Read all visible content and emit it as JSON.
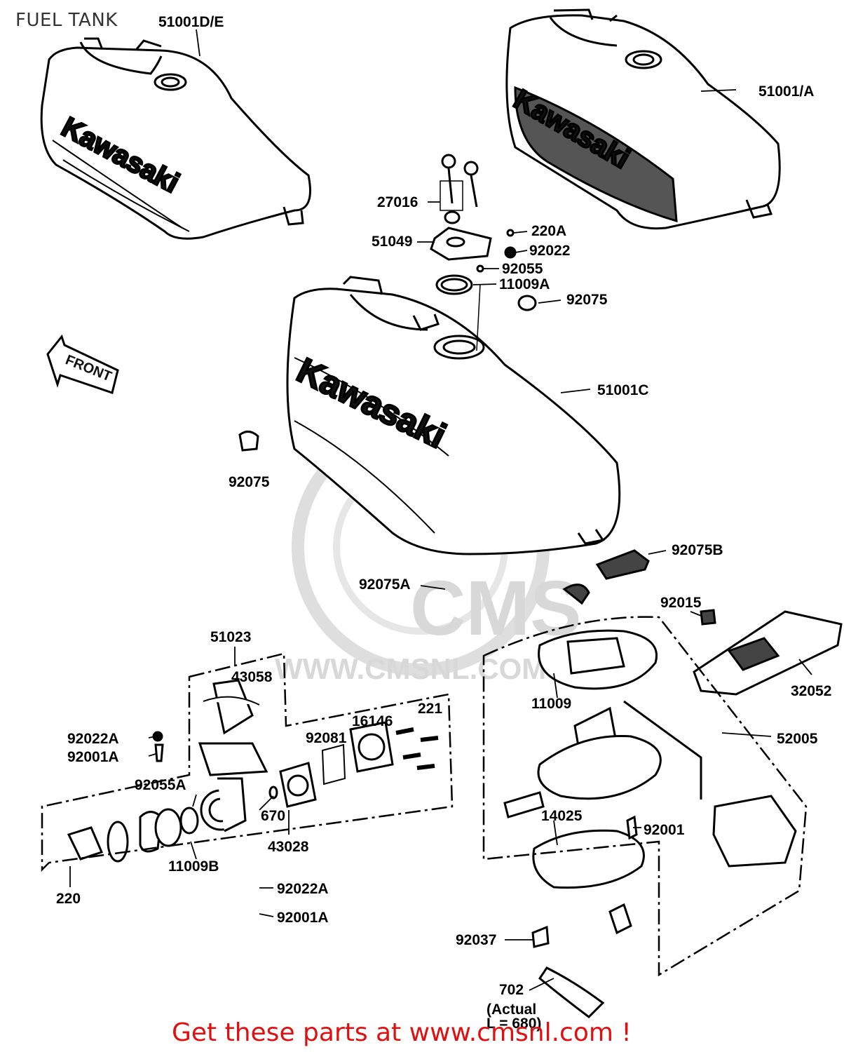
{
  "page": {
    "title": "FUEL TANK",
    "footer": "Get these parts at www.cmsnl.com !"
  },
  "watermark": {
    "logo_text": "CMS",
    "url_text": "WWW.CMSNL.COM"
  },
  "direction_arrow": {
    "text": "FRONT"
  },
  "tank_brand_text": "Kawasaki",
  "hose_note": {
    "line1": "(Actual",
    "line2": "L = 680)"
  },
  "parts": {
    "p51001de": "51001D/E",
    "p51001a": "51001/A",
    "p27016": "27016",
    "p220a": "220A",
    "p51049": "51049",
    "p92022": "92022",
    "p92055": "92055",
    "p11009a": "11009A",
    "p92075_cap": "92075",
    "p51001c": "51001C",
    "p92075_left": "92075",
    "p92075b": "92075B",
    "p92075a": "92075A",
    "p92015": "92015",
    "p51023": "51023",
    "p43058": "43058",
    "p32052": "32052",
    "p11009": "11009",
    "p221": "221",
    "p16146": "16146",
    "p92081": "92081",
    "p52005": "52005",
    "p92022a_top": "92022A",
    "p92001a_top": "92001A",
    "p92055a": "92055A",
    "p670": "670",
    "p14025": "14025",
    "p92001": "92001",
    "p43028": "43028",
    "p11009b": "11009B",
    "p220": "220",
    "p92022a_bottom": "92022A",
    "p92001a_bottom": "92001A",
    "p92037": "92037",
    "p702": "702"
  },
  "colors": {
    "ink": "#000000",
    "footer_red": "#e01010",
    "watermark_grey": "#d8d8d8"
  }
}
